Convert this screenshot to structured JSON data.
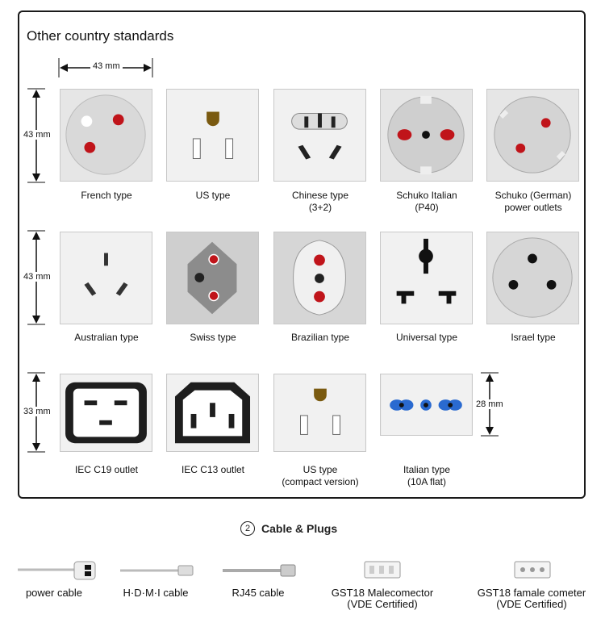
{
  "panel": {
    "title": "Other country standards",
    "width_label": "43 mm",
    "row_height_labels": [
      "43 mm",
      "43 mm",
      "33 mm"
    ],
    "italian_height_label": "28 mm"
  },
  "sockets": [
    {
      "name": "french-type-socket",
      "lines": [
        "French type"
      ]
    },
    {
      "name": "us-type-socket",
      "lines": [
        "US type"
      ]
    },
    {
      "name": "chinese-type-socket",
      "lines": [
        "Chinese type",
        "(3+2)"
      ]
    },
    {
      "name": "schuko-italian-socket",
      "lines": [
        "Schuko Italian",
        "(P40)"
      ]
    },
    {
      "name": "schuko-german-socket",
      "lines": [
        "Schuko (German)",
        "power outlets"
      ]
    },
    {
      "name": "australian-type-socket",
      "lines": [
        "Australian type"
      ]
    },
    {
      "name": "swiss-type-socket",
      "lines": [
        "Swiss type"
      ]
    },
    {
      "name": "brazilian-type-socket",
      "lines": [
        "Brazilian type"
      ]
    },
    {
      "name": "universal-type-socket",
      "lines": [
        "Universal type"
      ]
    },
    {
      "name": "israel-type-socket",
      "lines": [
        "Israel type"
      ]
    },
    {
      "name": "iec-c19-socket",
      "lines": [
        "IEC C19 outlet"
      ]
    },
    {
      "name": "iec-c13-socket",
      "lines": [
        "IEC C13 outlet"
      ]
    },
    {
      "name": "us-compact-socket",
      "lines": [
        "US type",
        "(compact version)"
      ]
    },
    {
      "name": "italian-flat-socket",
      "lines": [
        "Italian type",
        "(10A flat)"
      ]
    }
  ],
  "cables": {
    "section_number": "②",
    "section_title": "Cable & Plugs",
    "items": [
      {
        "name": "power-cable",
        "lines": [
          "power cable"
        ]
      },
      {
        "name": "hdmi-cable",
        "lines": [
          "H·D·M·I cable"
        ]
      },
      {
        "name": "rj45-cable",
        "lines": [
          "RJ45 cable"
        ]
      },
      {
        "name": "gst18-male-connector",
        "lines": [
          "GST18 Malecomector",
          "(VDE Certified)"
        ]
      },
      {
        "name": "gst18-female-connector",
        "lines": [
          "GST18 famale cometer",
          "(VDE Certified)"
        ]
      }
    ]
  },
  "colors": {
    "tile": "#e6e6e6",
    "red_hole": "#c0141a",
    "dark": "#1e1e1e",
    "blue_hole": "#2a6ad0"
  }
}
